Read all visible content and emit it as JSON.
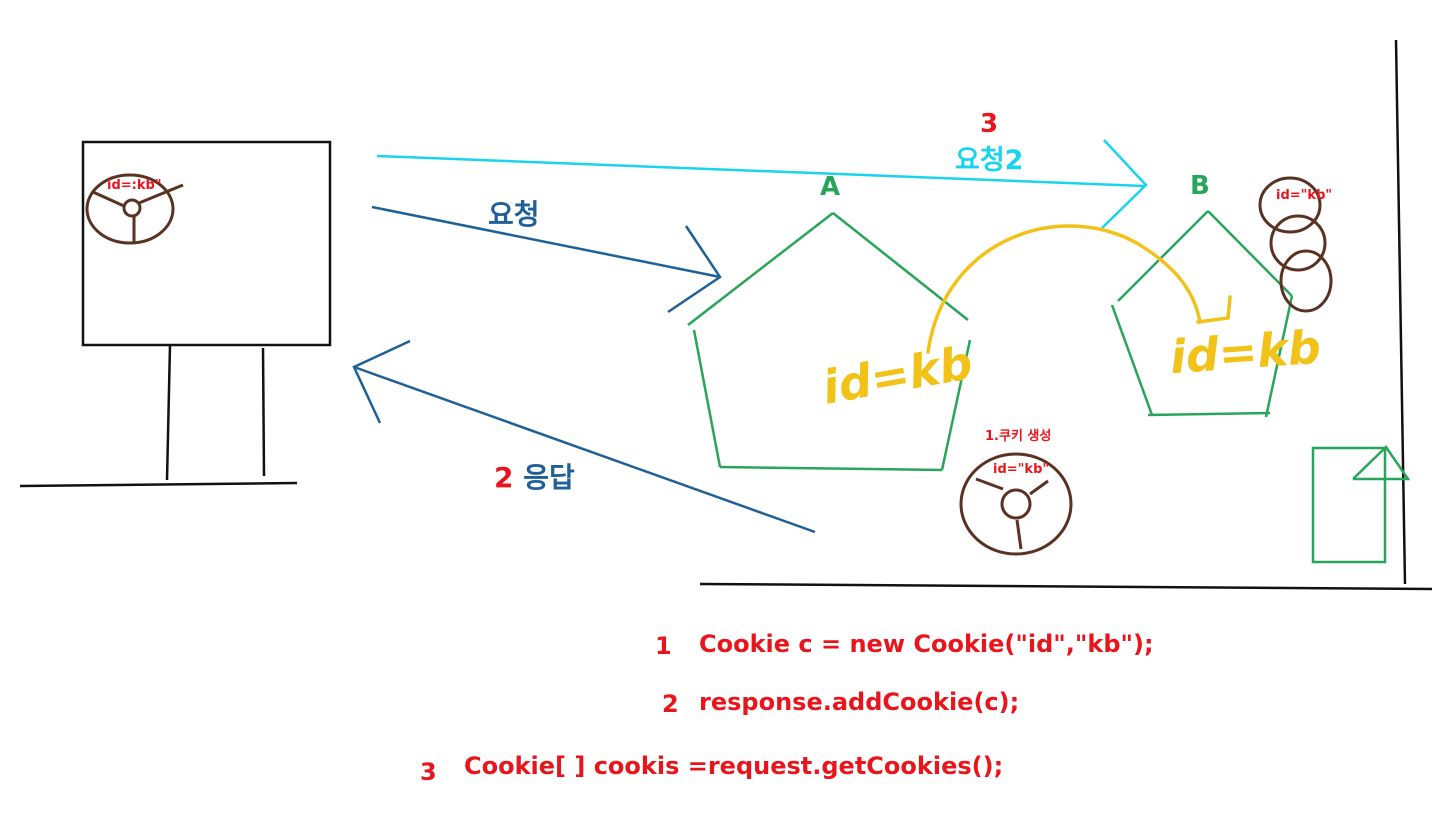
{
  "colors": {
    "black": "#111111",
    "red": "#e8161c",
    "blue": "#1f6096",
    "cyan": "#1ad3ee",
    "green": "#28a55a",
    "yellow": "#f2c218",
    "brown": "#5a3222"
  },
  "client": {
    "cookie_label": "id=:kb\""
  },
  "arrows": {
    "request_label": "요청",
    "response_step": "2",
    "response_label": "응답",
    "request2_step": "3",
    "request2_label": "요청2"
  },
  "servers": {
    "a_label": "A",
    "b_label": "B",
    "a_handwritten": "id=kb",
    "b_handwritten": "id=kb",
    "cookie_create_label": "1.쿠키 생성",
    "cookie_a_label": "id=\"kb\"",
    "cookie_b_label": "id=\"kb\""
  },
  "code": [
    {
      "step": "1",
      "text": "Cookie c = new Cookie(\"id\",\"kb\");"
    },
    {
      "step": "2",
      "text": "response.addCookie(c);"
    },
    {
      "step": "3",
      "text": "Cookie[ ] cookis =request.getCookies();"
    }
  ]
}
